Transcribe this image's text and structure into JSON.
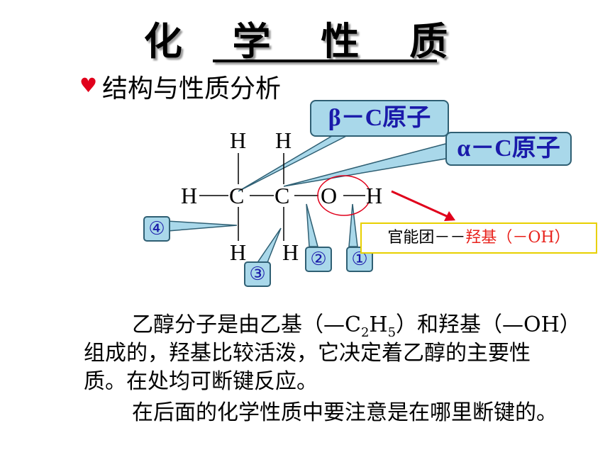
{
  "title": "化 学 性 质",
  "section": {
    "bullet": "♥",
    "heading": "结构与性质分析"
  },
  "molecule": {
    "atoms": {
      "h_top_left": "H",
      "h_top_right": "H",
      "h_left": "H",
      "c_left": "C",
      "c_right": "C",
      "o": "O",
      "h_right": "H",
      "h_bottom_left": "H",
      "h_bottom_right": "H"
    },
    "bond_labels": {
      "one": "①",
      "two": "②",
      "three": "③",
      "four": "④"
    },
    "beta_label": "β－C原子",
    "alpha_label": "α－C原子",
    "functional_group": {
      "prefix": "官能团－－",
      "name": "羟基（－OH）"
    }
  },
  "paragraph": {
    "line1_a": "乙醇分子是由乙基（—C",
    "line1_sub1": "2",
    "line1_b": "H",
    "line1_sub2": "5",
    "line1_c": "）和羟基（—OH）",
    "line2": "组成的，羟基比较活泼，它决定着乙醇的主要性",
    "line3": "质。在处均可断键反应。",
    "line4": "在后面的化学性质中要注意是在哪里断键的。"
  },
  "colors": {
    "accent_red": "#e0001b",
    "callout_fill": "#a9d8ea",
    "callout_text": "#1a1aaa",
    "box_border": "#e8d000"
  }
}
